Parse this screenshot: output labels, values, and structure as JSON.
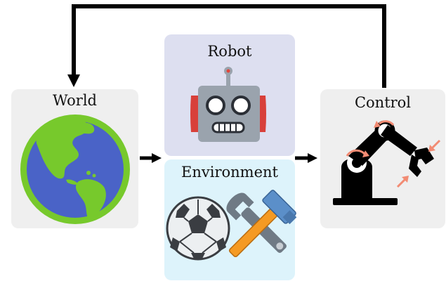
{
  "nodes": {
    "world": {
      "label": "World"
    },
    "robot": {
      "label": "Robot"
    },
    "environment": {
      "label": "Environment"
    },
    "control": {
      "label": "Control"
    }
  },
  "icons": {
    "world": "globe-icon",
    "robot": "robot-head-icon",
    "environment": [
      "soccer-ball-icon",
      "hammer-and-wrench-icon"
    ],
    "control": "robotic-arm-icon"
  },
  "colors": {
    "world_panel": "#efefef",
    "robot_panel": "#dddff0",
    "environment_panel": "#ddf3fb",
    "control_panel": "#efefef",
    "arrow": "#000000",
    "accent": "#f28b73"
  }
}
